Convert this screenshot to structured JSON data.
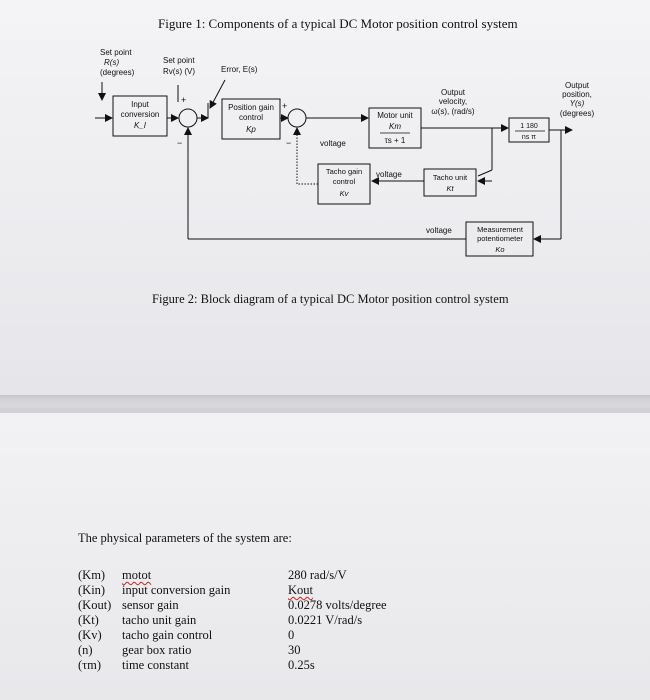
{
  "figure1": {
    "title": "Figure 1: Components of a typical DC Motor position control system"
  },
  "figure2": {
    "title": "Figure 2: Block diagram of a typical DC Motor position control system"
  },
  "diagram": {
    "set_point_label": [
      "Set point",
      "R(s)",
      "(degrees)"
    ],
    "set_point_volts_label": [
      "Set point",
      "Rv(s) (V)"
    ],
    "error_label": "Error, E(s)",
    "output_velocity_label": [
      "Output",
      "velocity,",
      "ω(s), (rad/s)"
    ],
    "output_position_label": [
      "Output",
      "position,",
      "Y(s)",
      "(degrees)"
    ],
    "input_conversion_block": [
      "Input",
      "conversion",
      "K_I"
    ],
    "position_gain_block": [
      "Position gain",
      "control",
      "Kp"
    ],
    "motor_unit_block": [
      "Motor unit",
      "Km",
      "τs + 1"
    ],
    "integrator_block": [
      "1  180",
      "ns  π"
    ],
    "tacho_gain_block": [
      "Tacho gain",
      "control",
      "Kv"
    ],
    "tacho_unit_block": [
      "Tacho unit",
      "Kt"
    ],
    "measurement_block": [
      "Measurement",
      "potentiometer",
      "Ko"
    ],
    "voltage_label_1": "voltage",
    "voltage_label_2": "voltage",
    "voltage_label_3": "voltage",
    "sum_signs": {
      "plus1": "+",
      "minus1": "−",
      "plus2": "+",
      "minus2": "−"
    }
  },
  "parameters": {
    "intro": "The physical parameters of the system are:",
    "rows": [
      {
        "symbol": "(Km)",
        "description": "motot",
        "value": "280 rad/s/V"
      },
      {
        "symbol": "(Kin)",
        "description": "input conversion gain",
        "value": "Kout"
      },
      {
        "symbol": "(Kout)",
        "description": "sensor gain",
        "value": "0.0278 volts/degree"
      },
      {
        "symbol": "(Kt)",
        "description": "tacho unit gain",
        "value": "0.0221 V/rad/s"
      },
      {
        "symbol": "(Kv)",
        "description": "tacho gain control",
        "value": "0"
      },
      {
        "symbol": "(n)",
        "description": "gear box ratio",
        "value": "30"
      },
      {
        "symbol": "(τm)",
        "description": "time constant",
        "value": "0.25s"
      }
    ]
  }
}
